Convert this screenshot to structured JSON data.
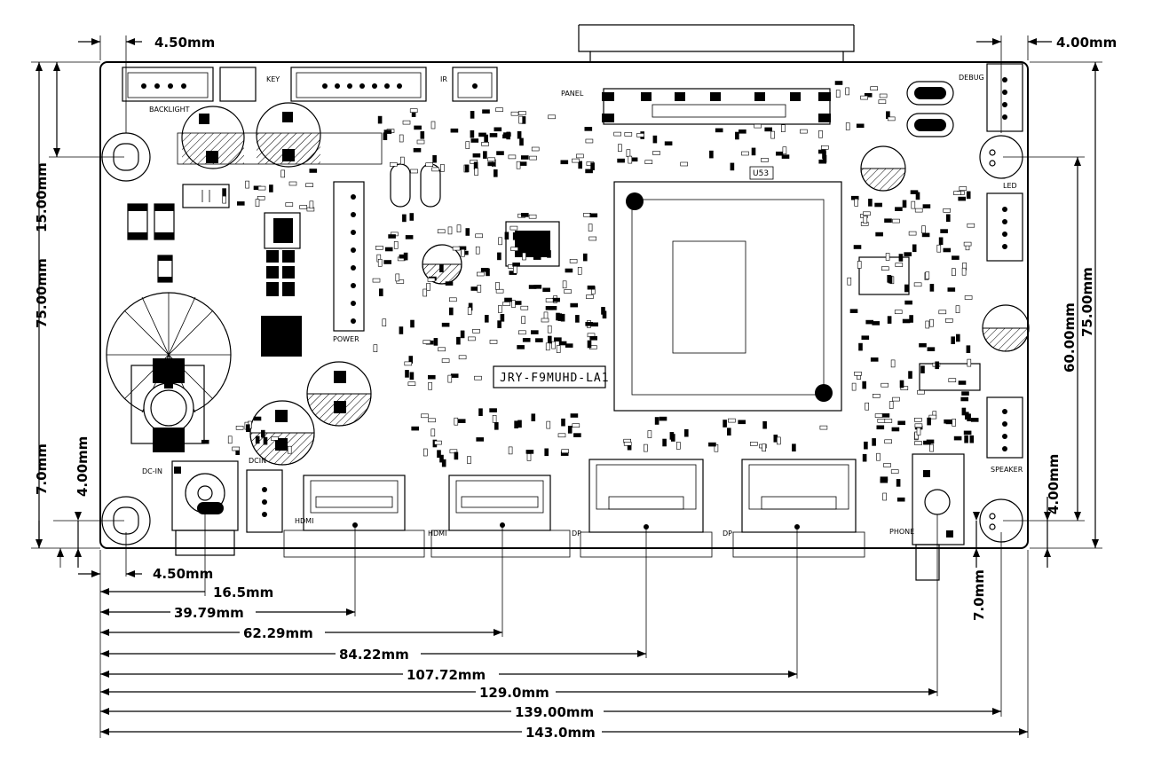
{
  "board": {
    "model": "JRY-F9MUHD-LA1",
    "chip": "U53"
  },
  "connectors": {
    "backlight": "BACKLIGHT",
    "key": "KEY",
    "ir": "IR",
    "panel": "PANEL",
    "debug": "DEBUG",
    "led": "LED",
    "speaker": "SPEAKER",
    "power": "POWER",
    "dcin": "DCIN",
    "dc_in": "DC-IN",
    "hdmi1": "HDMI",
    "hdmi2": "HDMI",
    "dp1": "DP",
    "dp2": "DP",
    "phone": "PHONE"
  },
  "dimensions": {
    "top_left_offset": "4.50mm",
    "top_right_offset": "4.00mm",
    "left_height_hole": "15.00mm",
    "left_height_total": "75.00mm",
    "left_bottom_hole": "7.0mm",
    "left_bottom_edge": "4.00mm",
    "right_hole_span": "60.00mm",
    "right_height_total": "75.00mm",
    "right_bottom_edge": "4.00mm",
    "right_phone": "7.0mm",
    "bottom_hole_left": "4.50mm",
    "dc_in": "16.5mm",
    "hdmi1": "39.79mm",
    "hdmi2": "62.29mm",
    "dp1": "84.22mm",
    "dp2": "107.72mm",
    "phone": "129.0mm",
    "right_hole": "139.00mm",
    "total_width": "143.0mm"
  }
}
